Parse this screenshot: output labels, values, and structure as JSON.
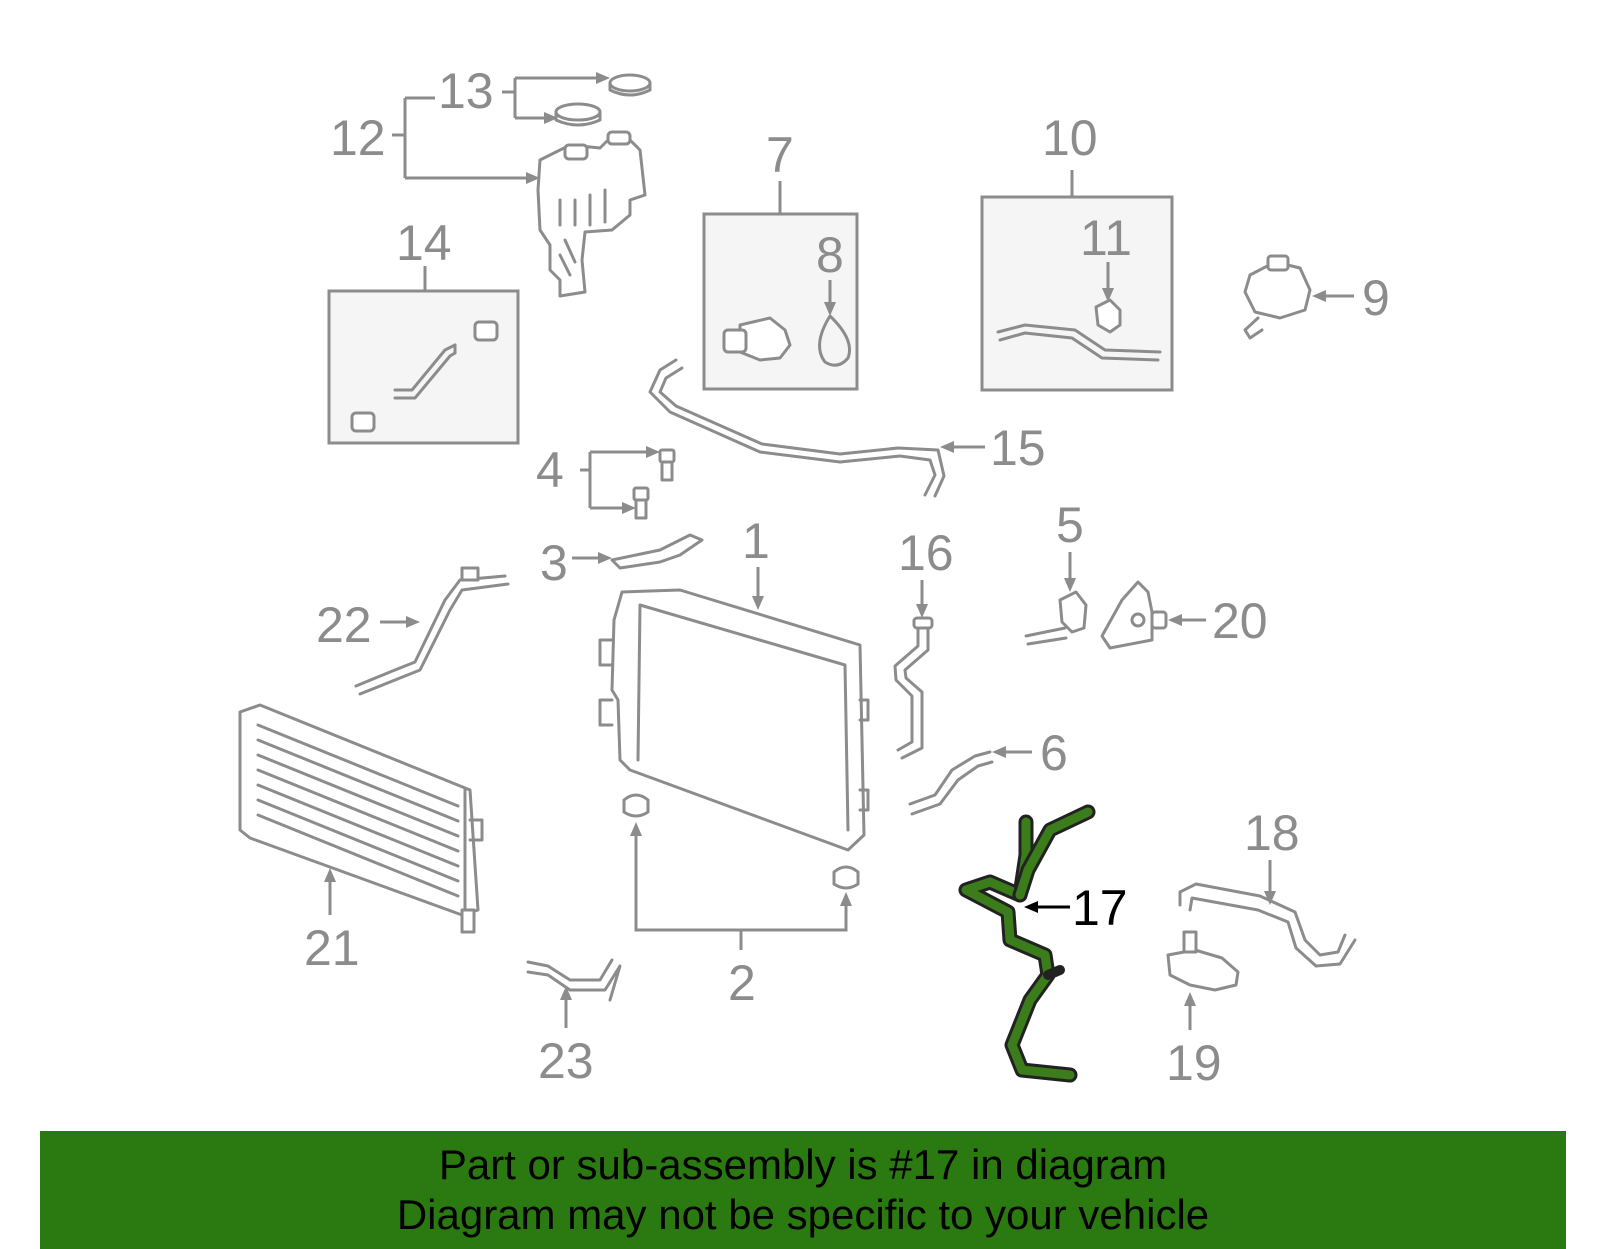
{
  "diagram": {
    "callouts": {
      "c1": "1",
      "c2": "2",
      "c3": "3",
      "c4": "4",
      "c5": "5",
      "c6": "6",
      "c7": "7",
      "c8": "8",
      "c9": "9",
      "c10": "10",
      "c11": "11",
      "c12": "12",
      "c13": "13",
      "c14": "14",
      "c15": "15",
      "c16": "16",
      "c17": "17",
      "c18": "18",
      "c19": "19",
      "c20": "20",
      "c21": "21",
      "c22": "22",
      "c23": "23"
    },
    "highlighted_part": "17",
    "colors": {
      "line": "#8c8c8c",
      "highlight": "#3b7d1a",
      "banner": "#2a7a11"
    }
  },
  "banner": {
    "line1": "Part or sub-assembly is #17 in diagram",
    "line2": "Diagram may not be specific to your vehicle"
  }
}
